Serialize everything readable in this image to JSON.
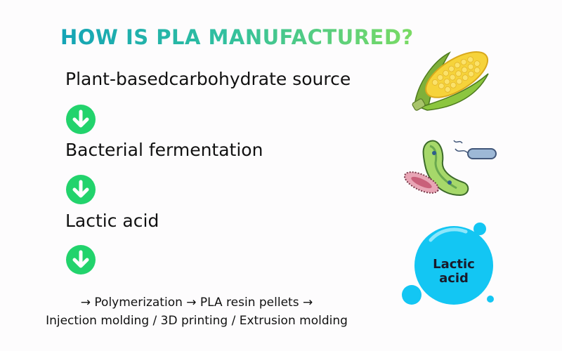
{
  "title": "HOW IS PLA MANUFACTURED?",
  "steps": [
    {
      "label": "Plant-basedcarbohydrate source"
    },
    {
      "label": "Bacterial fermentation"
    },
    {
      "label": "Lactic acid"
    }
  ],
  "footer": {
    "line1": "→ Polymerization → PLA resin pellets →",
    "line2": "Injection molding / 3D printing / Extrusion molding"
  },
  "illustrations": {
    "corn_icon": "corn-icon",
    "bacteria_icon": "bacteria-icon",
    "bubble_label_line1": "Lactic",
    "bubble_label_line2": "acid"
  },
  "colors": {
    "title_start": "#14a4b6",
    "title_end": "#7bdb63",
    "arrow_circle": "#22d36c",
    "bubble": "#13c6f3"
  }
}
